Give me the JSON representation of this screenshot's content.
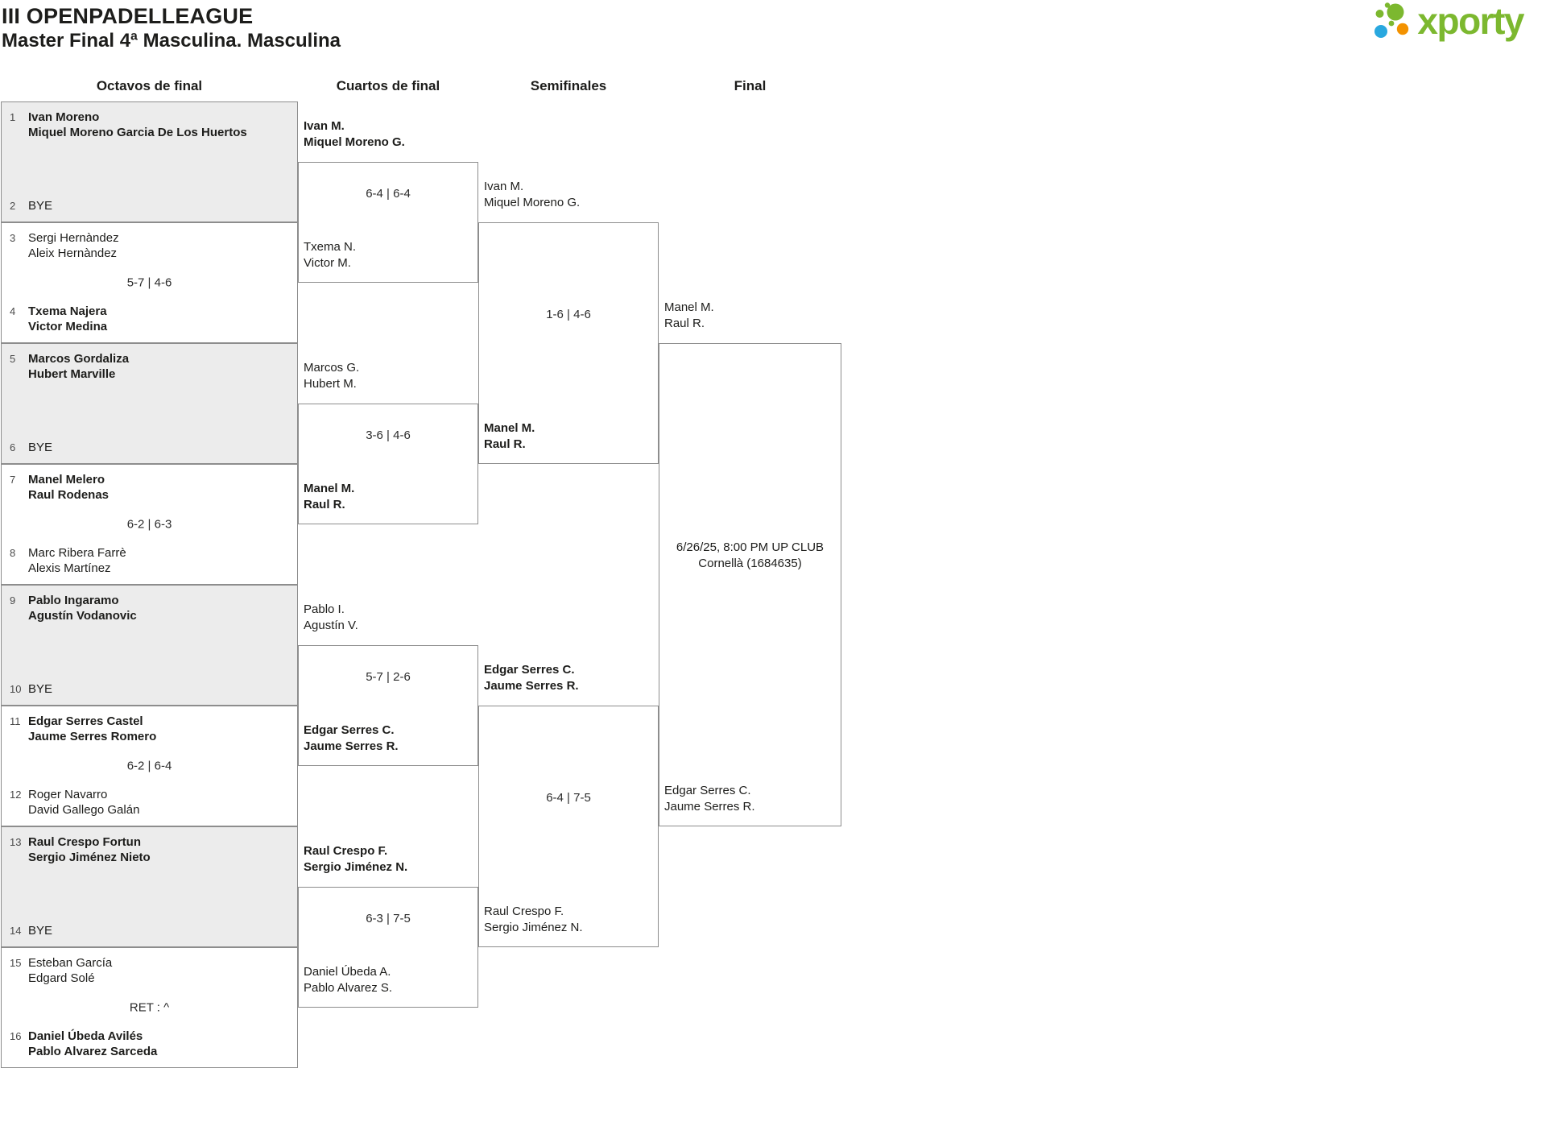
{
  "theme": {
    "logo_green": "#7cb82f",
    "logo_blue": "#29a8df",
    "logo_orange": "#f39200",
    "line": "#8d8d8d",
    "bye_bg": "#ececec",
    "text_color": "#1d1d1b"
  },
  "header": {
    "title": "III OPENPADELLEAGUE",
    "subtitle": "Master Final 4ª Masculina. Masculina",
    "logo_text": "xporty"
  },
  "rounds": [
    "Octavos de final",
    "Cuartos de final",
    "Semifinales",
    "Final"
  ],
  "bracket": {
    "r16": [
      {
        "top": {
          "seed": "1",
          "line1": "Ivan Moreno",
          "line2": "Miquel Moreno Garcia De Los Huertos"
        },
        "bottom": {
          "seed": "2",
          "line1": "BYE"
        },
        "score": ""
      },
      {
        "top": {
          "seed": "3",
          "line1": "Sergi Hernàndez",
          "line2": "Aleix Hernàndez"
        },
        "bottom": {
          "seed": "4",
          "line1": "Txema Najera",
          "line2": "Victor Medina"
        },
        "score": "5-7 | 4-6"
      },
      {
        "top": {
          "seed": "5",
          "line1": "Marcos Gordaliza",
          "line2": "Hubert Marville"
        },
        "bottom": {
          "seed": "6",
          "line1": "BYE"
        },
        "score": ""
      },
      {
        "top": {
          "seed": "7",
          "line1": "Manel Melero",
          "line2": "Raul Rodenas"
        },
        "bottom": {
          "seed": "8",
          "line1": "Marc Ribera Farrè",
          "line2": "Alexis Martínez"
        },
        "score": "6-2 | 6-3"
      },
      {
        "top": {
          "seed": "9",
          "line1": "Pablo Ingaramo",
          "line2": "Agustín Vodanovic"
        },
        "bottom": {
          "seed": "10",
          "line1": "BYE"
        },
        "score": ""
      },
      {
        "top": {
          "seed": "11",
          "line1": "Edgar Serres Castel",
          "line2": "Jaume Serres Romero"
        },
        "bottom": {
          "seed": "12",
          "line1": "Roger Navarro",
          "line2": "David Gallego Galán"
        },
        "score": "6-2 | 6-4"
      },
      {
        "top": {
          "seed": "13",
          "line1": "Raul Crespo Fortun",
          "line2": "Sergio Jiménez Nieto"
        },
        "bottom": {
          "seed": "14",
          "line1": "BYE"
        },
        "score": ""
      },
      {
        "top": {
          "seed": "15",
          "line1": "Esteban García",
          "line2": "Edgard Solé"
        },
        "bottom": {
          "seed": "16",
          "line1": "Daniel Úbeda Avilés",
          "line2": "Pablo Alvarez Sarceda"
        },
        "score": "RET : ^"
      }
    ],
    "qf": [
      {
        "top": {
          "line1": "Ivan M.",
          "line2": "Miquel Moreno G."
        },
        "bottom": {
          "line1": "Txema N.",
          "line2": "Victor M."
        },
        "score": "6-4 | 6-4"
      },
      {
        "top": {
          "line1": "Marcos G.",
          "line2": "Hubert M."
        },
        "bottom": {
          "line1": "Manel M.",
          "line2": "Raul R."
        },
        "score": "3-6 | 4-6"
      },
      {
        "top": {
          "line1": "Pablo I.",
          "line2": "Agustín V."
        },
        "bottom": {
          "line1": "Edgar Serres C.",
          "line2": "Jaume Serres R."
        },
        "score": "5-7 | 2-6"
      },
      {
        "top": {
          "line1": "Raul Crespo F.",
          "line2": "Sergio Jiménez N."
        },
        "bottom": {
          "line1": "Daniel Úbeda A.",
          "line2": "Pablo Alvarez S."
        },
        "score": "6-3 | 7-5"
      }
    ],
    "sf": [
      {
        "top": {
          "line1": "Ivan M.",
          "line2": "Miquel Moreno G."
        },
        "bottom": {
          "line1": "Manel M.",
          "line2": "Raul R."
        },
        "score": "1-6 | 4-6"
      },
      {
        "top": {
          "line1": "Edgar Serres C.",
          "line2": "Jaume Serres R."
        },
        "bottom": {
          "line1": "Raul Crespo F.",
          "line2": "Sergio Jiménez N."
        },
        "score": "6-4 | 7-5"
      }
    ],
    "final": {
      "top": {
        "line1": "Manel M.",
        "line2": "Raul R."
      },
      "bottom": {
        "line1": "Edgar Serres C.",
        "line2": "Jaume Serres R."
      },
      "info1": "6/26/25, 8:00 PM UP CLUB",
      "info2": "Cornellà (1684635)"
    }
  }
}
